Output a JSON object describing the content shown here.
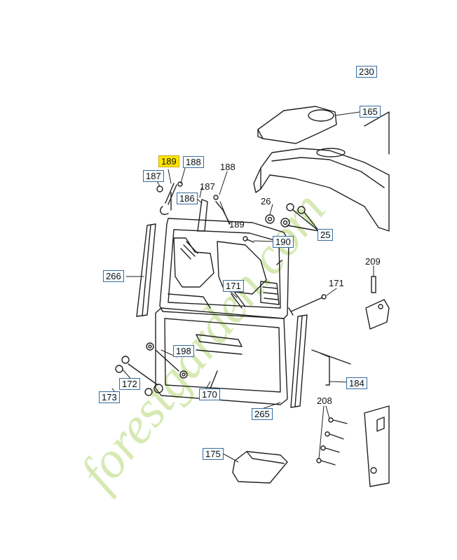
{
  "watermark": "forestgarden.com",
  "colors": {
    "label_border": "#3a6e9e",
    "highlight": "#ffe500",
    "watermark_green": "#cfe6a6",
    "watermark_orange": "#f3c89a"
  },
  "callouts": [
    {
      "id": "c165",
      "text": "165",
      "boxed": true
    },
    {
      "id": "c230",
      "text": "230",
      "boxed": true
    },
    {
      "id": "c189a",
      "text": "189",
      "boxed": true,
      "highlight": true
    },
    {
      "id": "c188a",
      "text": "188",
      "boxed": true
    },
    {
      "id": "c187a",
      "text": "187",
      "boxed": true
    },
    {
      "id": "c188b",
      "text": "188",
      "boxed": false
    },
    {
      "id": "c187b",
      "text": "187",
      "boxed": false
    },
    {
      "id": "c186",
      "text": "186",
      "boxed": true
    },
    {
      "id": "c189b",
      "text": "189",
      "boxed": false
    },
    {
      "id": "c26",
      "text": "26",
      "boxed": false
    },
    {
      "id": "c25",
      "text": "25",
      "boxed": true
    },
    {
      "id": "c190",
      "text": "190",
      "boxed": true
    },
    {
      "id": "c209",
      "text": "209",
      "boxed": false
    },
    {
      "id": "c266",
      "text": "266",
      "boxed": true
    },
    {
      "id": "c171a",
      "text": "171",
      "boxed": true
    },
    {
      "id": "c171b",
      "text": "171",
      "boxed": false
    },
    {
      "id": "c198",
      "text": "198",
      "boxed": true
    },
    {
      "id": "c172",
      "text": "172",
      "boxed": true
    },
    {
      "id": "c173",
      "text": "173",
      "boxed": true
    },
    {
      "id": "c170",
      "text": "170",
      "boxed": true
    },
    {
      "id": "c184",
      "text": "184",
      "boxed": true
    },
    {
      "id": "c208",
      "text": "208",
      "boxed": false
    },
    {
      "id": "c265",
      "text": "265",
      "boxed": true
    },
    {
      "id": "c175",
      "text": "175",
      "boxed": true
    }
  ]
}
